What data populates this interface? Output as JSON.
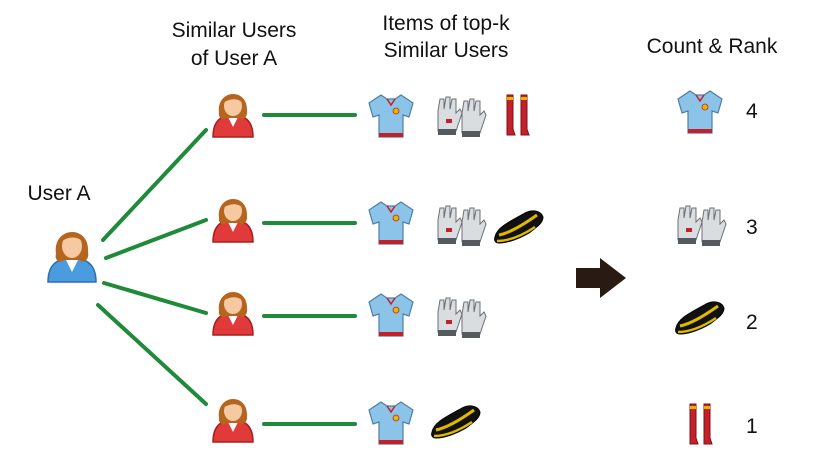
{
  "headers": {
    "similar_users": [
      "Similar Users",
      "of User A"
    ],
    "items_of_topk": [
      "Items of top-k",
      "Similar Users"
    ],
    "count_rank": "Count & Rank"
  },
  "user_a": {
    "label": "User A",
    "icon": "user-avatar-blue-icon"
  },
  "similar_users": [
    {
      "icon": "user-avatar-red-icon",
      "items": [
        "jersey",
        "gloves",
        "socks"
      ]
    },
    {
      "icon": "user-avatar-red-icon",
      "items": [
        "jersey",
        "gloves",
        "boot"
      ]
    },
    {
      "icon": "user-avatar-red-icon",
      "items": [
        "jersey",
        "gloves"
      ]
    },
    {
      "icon": "user-avatar-red-icon",
      "items": [
        "jersey",
        "boot"
      ]
    }
  ],
  "ranking": [
    {
      "item": "jersey",
      "count": "4"
    },
    {
      "item": "gloves",
      "count": "3"
    },
    {
      "item": "boot",
      "count": "2"
    },
    {
      "item": "socks",
      "count": "1"
    }
  ],
  "colors": {
    "link": "#1f8a3a",
    "user_a": "#4a9be0",
    "similar_user": "#e03a3a",
    "hair": "#b5651d",
    "skin": "#f7c9a3",
    "jersey": "#8cc3e8",
    "boot": "#e0b800",
    "socks": "#c4202a",
    "arrow": "#2a1a14"
  }
}
